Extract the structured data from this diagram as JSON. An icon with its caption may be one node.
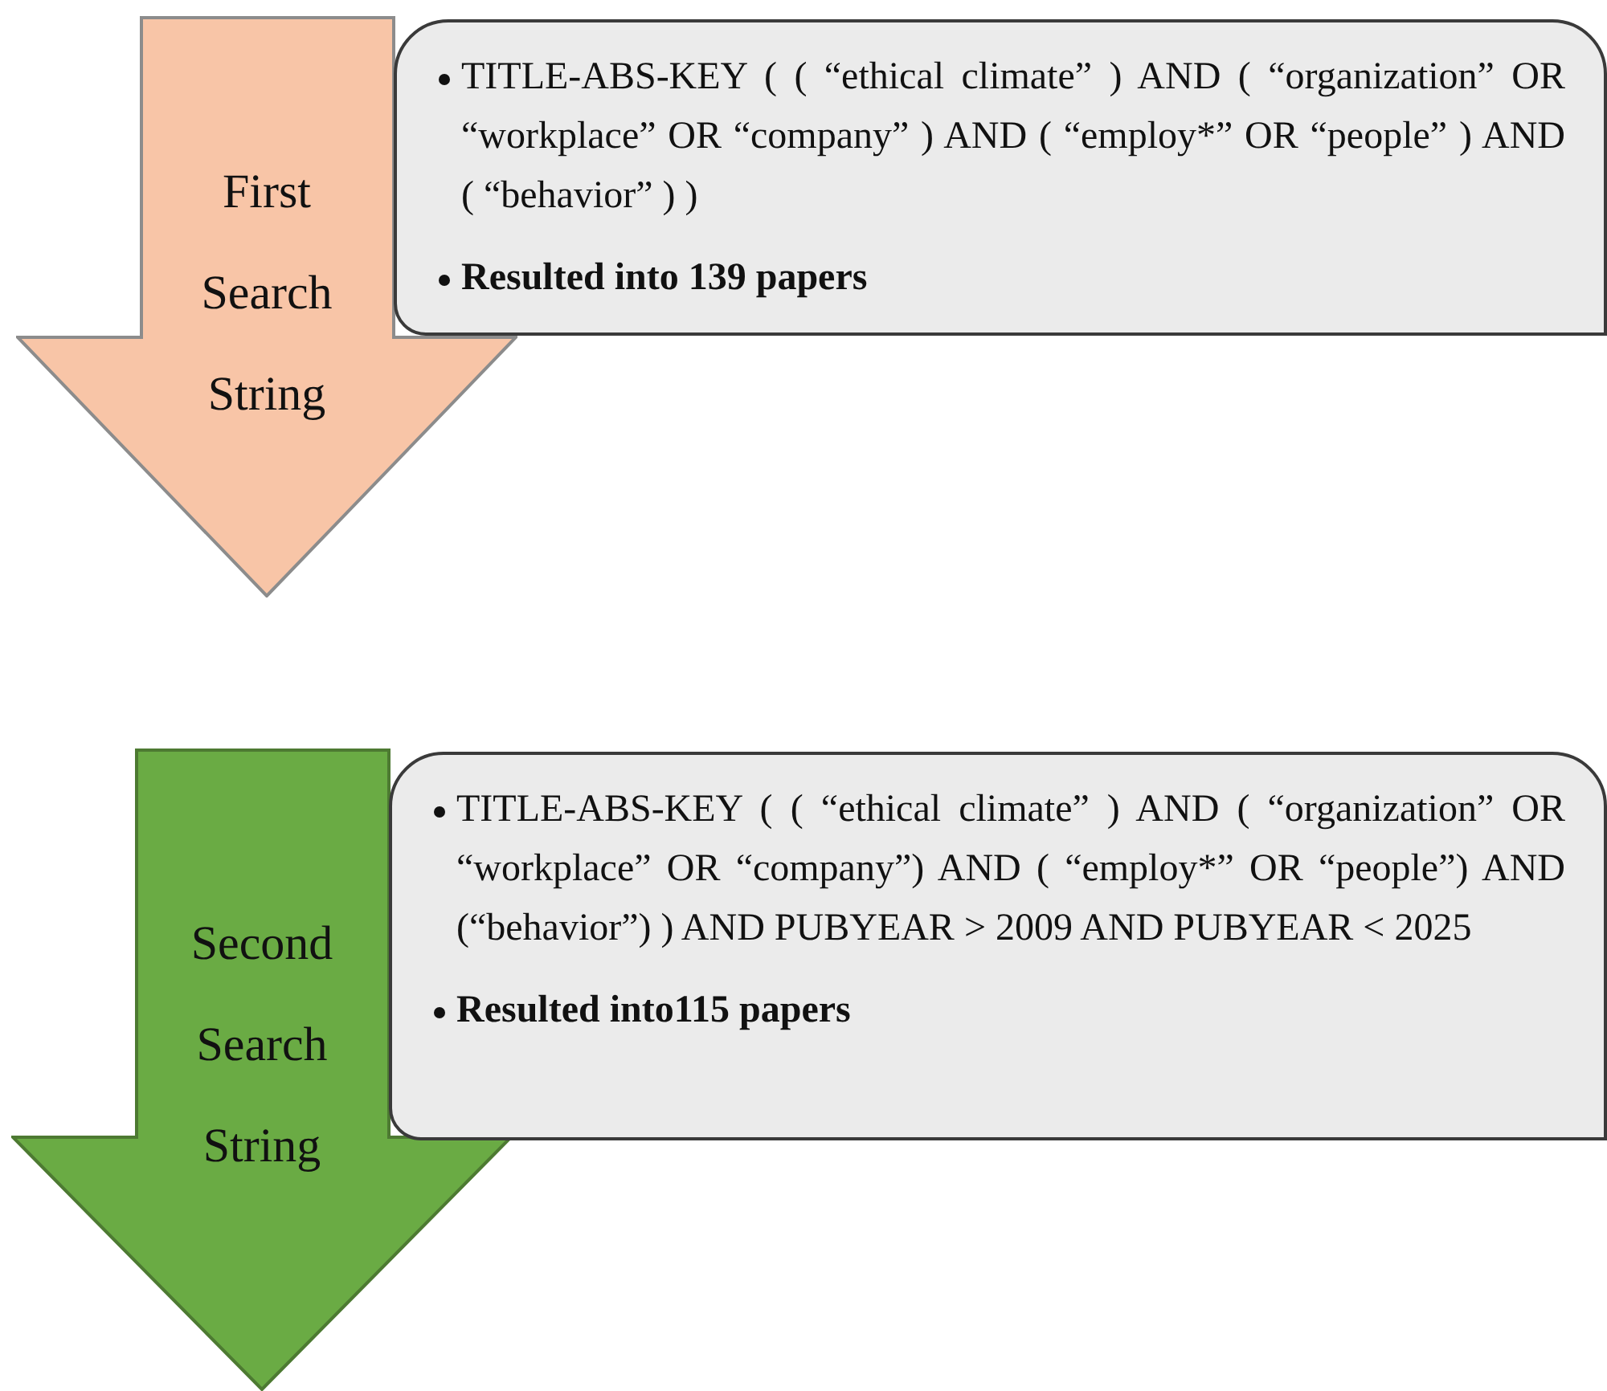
{
  "diagram": {
    "nodes": [
      {
        "text": [
          "First Search String"
        ]
      },
      {
        "text": [
          "TITLE-ABS-KEY ( ( “ethical climate” ) AND ( “organization” OR “workplace” OR “company” ) AND ( “employ*” OR “people” ) AND ( “behavior” ) )",
          "Resulted into 139 papers"
        ]
      },
      {
        "text": [
          "Second Search String"
        ]
      },
      {
        "text": [
          "TITLE-ABS-KEY ( ( “ethical climate” ) AND ( “organization” OR “workplace” OR “company”) AND ( “employ*” OR “people”) AND (“behavior”) ) AND PUBYEAR > 2009 AND PUBYEAR < 2025",
          "Resulted into115 papers"
        ]
      }
    ],
    "edges": []
  }
}
